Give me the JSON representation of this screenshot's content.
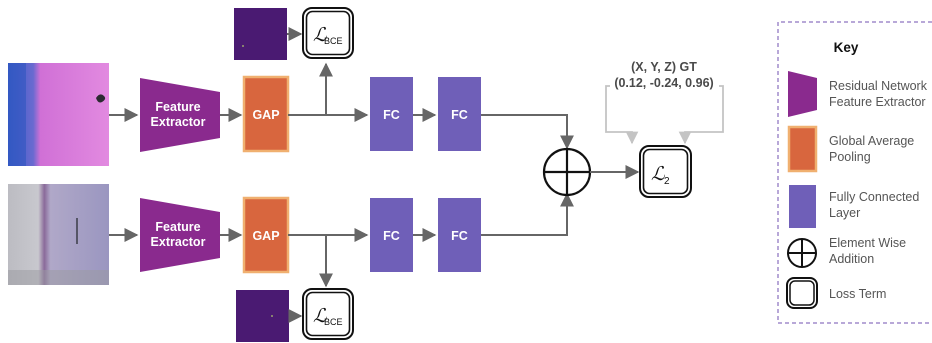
{
  "top": {
    "extractor": [
      "Feature",
      "Extractor"
    ],
    "gap": "GAP",
    "fc1": "FC",
    "fc2": "FC",
    "loss": {
      "symbol": "ℒ",
      "sub": "BCE"
    }
  },
  "bottom": {
    "extractor": [
      "Feature",
      "Extractor"
    ],
    "gap": "GAP",
    "fc1": "FC",
    "fc2": "FC",
    "loss": {
      "symbol": "ℒ",
      "sub": "BCE"
    }
  },
  "ground_truth": {
    "title": "(X, Y, Z) GT",
    "values": "(0.12, -0.24, 0.96)"
  },
  "l2_loss": {
    "symbol": "ℒ",
    "sub": "2"
  },
  "key": {
    "title": "Key",
    "items": [
      {
        "lines": [
          "Residual Network",
          "Feature Extractor"
        ]
      },
      {
        "lines": [
          "Global Average",
          "Pooling"
        ]
      },
      {
        "lines": [
          "Fully Connected",
          "Layer"
        ]
      },
      {
        "lines": [
          "Element Wise",
          "Addition"
        ]
      },
      {
        "lines": [
          "Loss Term"
        ]
      }
    ]
  },
  "colors": {
    "extractor": "#8a2a8e",
    "gap": "#d8663e",
    "gap_border": "#f0b070",
    "fc": "#6f5fb8",
    "arrow": "#666666",
    "key_border": "#b8a8d8"
  }
}
